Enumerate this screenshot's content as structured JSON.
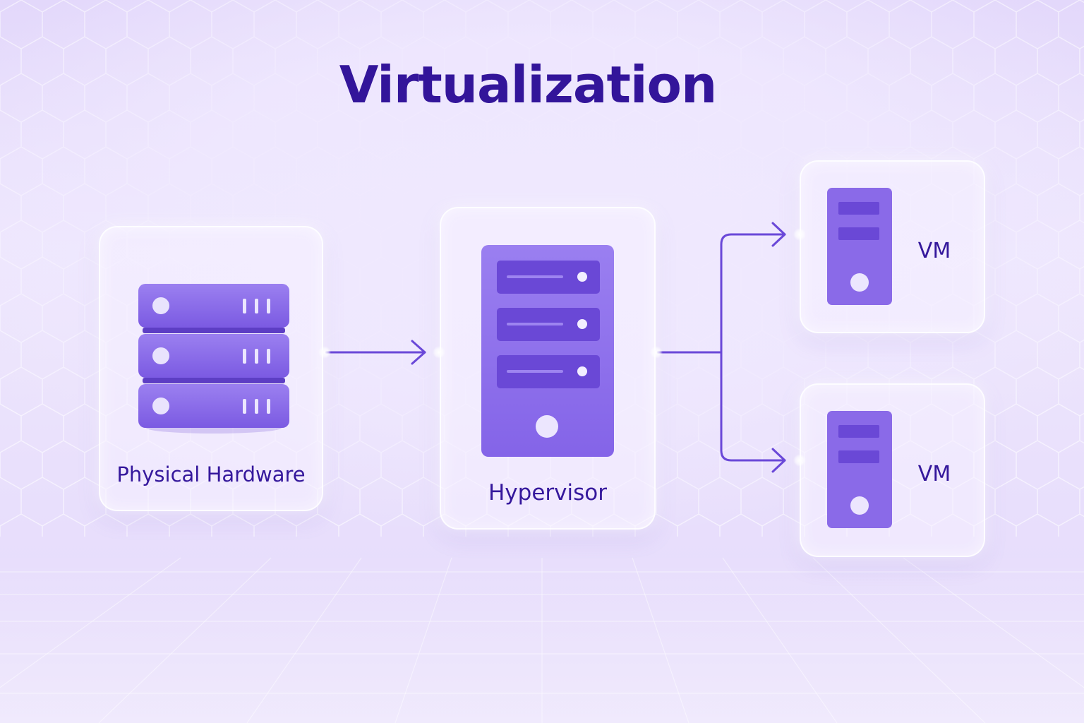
{
  "title": "Virtualization",
  "nodes": {
    "physical_hardware": {
      "label": "Physical Hardware",
      "icon": "server-rack-icon"
    },
    "hypervisor": {
      "label": "Hypervisor",
      "icon": "server-tower-icon"
    },
    "vm_top": {
      "label": "VM",
      "icon": "computer-tower-icon"
    },
    "vm_bottom": {
      "label": "VM",
      "icon": "computer-tower-icon"
    }
  },
  "edges": [
    {
      "from": "physical_hardware",
      "to": "hypervisor"
    },
    {
      "from": "hypervisor",
      "to": "vm_top"
    },
    {
      "from": "hypervisor",
      "to": "vm_bottom"
    }
  ],
  "colors": {
    "title": "#33159a",
    "label": "#35189c",
    "icon_primary": "#8a6ae8",
    "icon_dark": "#6a48d6",
    "arrow": "#6a48d8",
    "background": "#ece4fd"
  }
}
